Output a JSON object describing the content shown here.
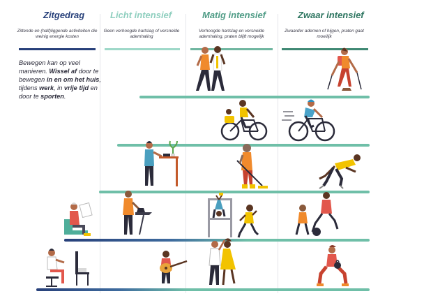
{
  "columns": [
    {
      "title": "Zitgedrag",
      "subtitle": "Zittende en (half)liggende activiteiten die weinig energie kosten",
      "color": "#27407a"
    },
    {
      "title": "Licht intensief",
      "subtitle": "Geen verhoogde hartslag of versnelde ademhaling",
      "color": "#8fcfbf"
    },
    {
      "title": "Matig intensief",
      "subtitle": "Verhoogde hartslag en versnelde ademhaling, praten blijft mogelijk",
      "color": "#4f9c86"
    },
    {
      "title": "Zwaar intensief",
      "subtitle": "Zwaarder ademen of hijgen, praten gaat moeilijk",
      "color": "#2d7560"
    }
  ],
  "intro": {
    "t1": "Bewegen kan op veel manieren. ",
    "t2": "Wissel af",
    "t3": " door te bewegen ",
    "t4": "in en om het huis",
    "t5": ", tijdens ",
    "t6": "werk",
    "t7": ", in ",
    "t8": "vrije tijd",
    "t9": " en door te ",
    "t10": "sporten",
    "t11": "."
  },
  "colors": {
    "navy": "#27407a",
    "teal": "#6fbfa8",
    "teal_dark": "#2d7560",
    "orange": "#f08a2c",
    "yellow": "#f2c300",
    "skin": "#b36b48",
    "skin_dark": "#5a3522",
    "dark": "#2b2b3a"
  },
  "illustrations": [
    "walking-couple",
    "hiker",
    "cyclist-child-seat",
    "road-cyclist",
    "standing-desk-worker",
    "mopping-person",
    "sprinter",
    "reading-chair-person",
    "ironing-person",
    "monkey-bars-child",
    "running-child",
    "soccer-kids",
    "desk-sitter",
    "guitar-player",
    "dancing-couple",
    "kettlebell-squat"
  ]
}
